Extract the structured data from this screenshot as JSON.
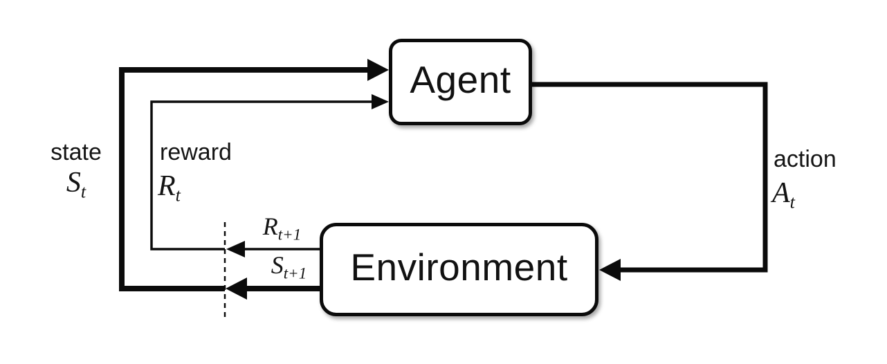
{
  "diagram": {
    "boxes": {
      "agent": "Agent",
      "environment": "Environment"
    },
    "labels": {
      "state": {
        "word": "state",
        "symbol": "S",
        "subscript": "t"
      },
      "reward": {
        "word": "reward",
        "symbol": "R",
        "subscript": "t"
      },
      "action": {
        "word": "action",
        "symbol": "A",
        "subscript": "t"
      },
      "next_reward": {
        "symbol": "R",
        "subscript": "t+1"
      },
      "next_state": {
        "symbol": "S",
        "subscript": "t+1"
      }
    },
    "colors": {
      "line": "#0b0b0b",
      "background": "#ffffff",
      "box_fill": "#ffffff"
    }
  }
}
